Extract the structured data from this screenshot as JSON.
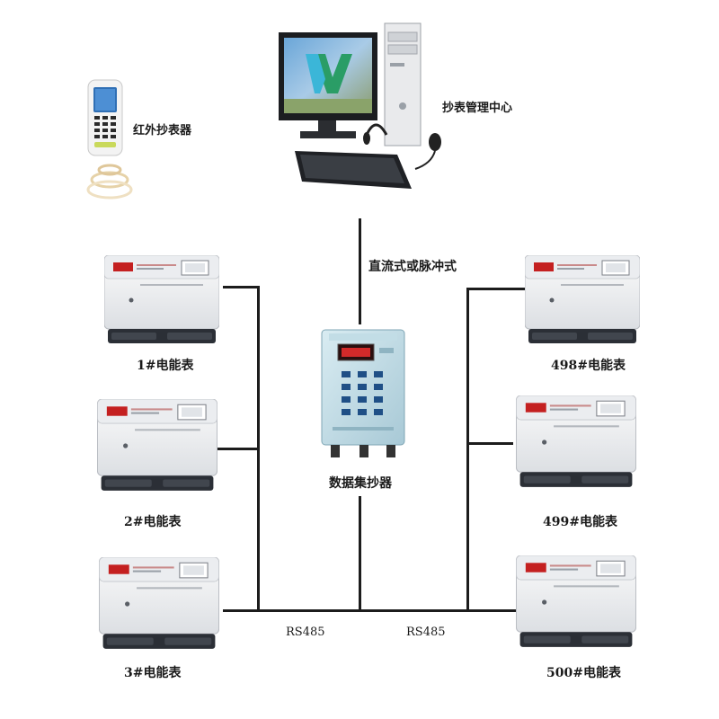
{
  "handheld": {
    "label": "红外抄表器"
  },
  "center": {
    "label": "抄表管理中心"
  },
  "link": {
    "label": "直流式或脉冲式"
  },
  "concentrator": {
    "label": "数据集抄器"
  },
  "bus": {
    "left_label": "RS485",
    "right_label": "RS485"
  },
  "meters_left": [
    {
      "label": "1#电能表"
    },
    {
      "label": "2#电能表"
    },
    {
      "label": "3#电能表"
    }
  ],
  "meters_right": [
    {
      "label": "498#电能表"
    },
    {
      "label": "499#电能表"
    },
    {
      "label": "500#电能表"
    }
  ]
}
